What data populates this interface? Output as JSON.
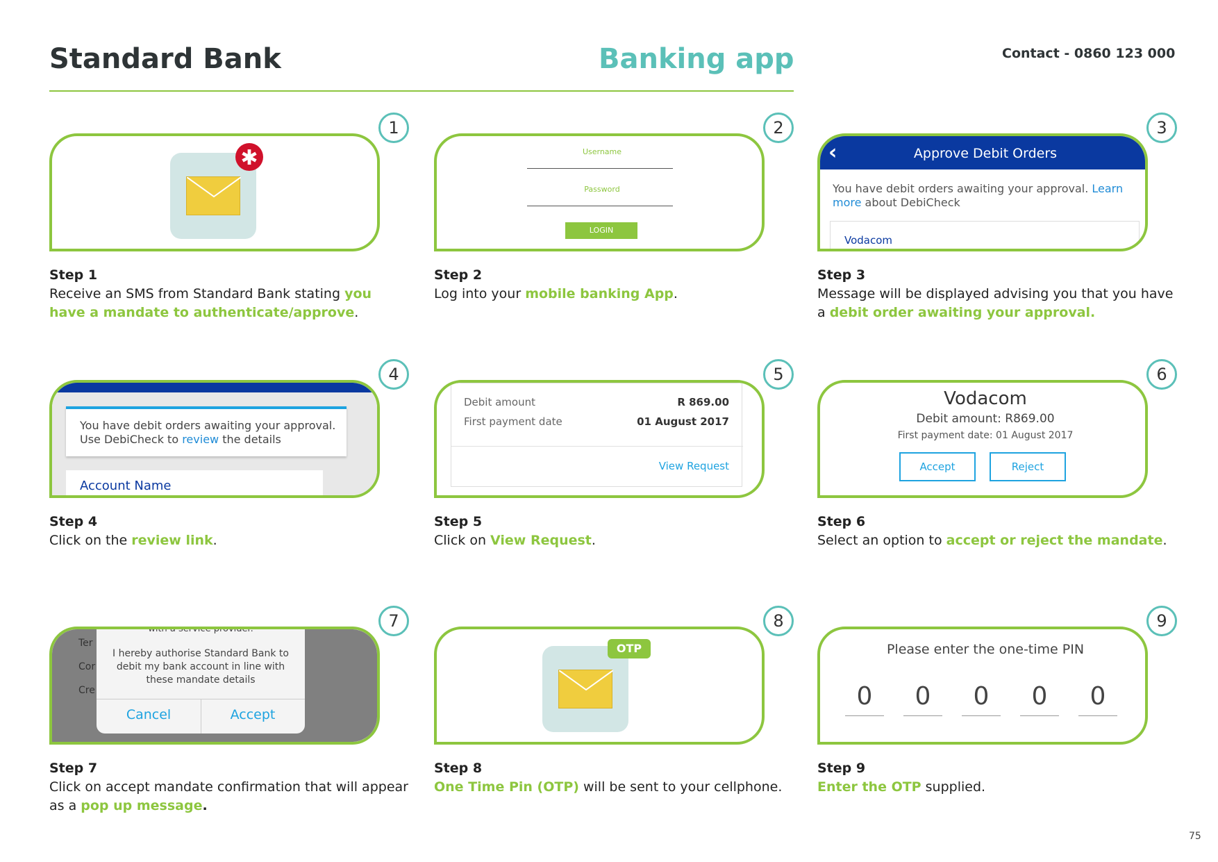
{
  "header": {
    "title": "Standard Bank",
    "subtitle": "Banking app",
    "contact": "Contact - 0860 123 000"
  },
  "page_number": "75",
  "steps": [
    {
      "badge": "1",
      "title": "Step 1",
      "text_before": "Receive an SMS from Standard Bank stating ",
      "highlight": "you have a mandate to authenticate/approve",
      "text_after": "."
    },
    {
      "badge": "2",
      "title": "Step 2",
      "text_before": "Log into your ",
      "highlight": "mobile banking App",
      "text_after": ".",
      "screen": {
        "username_label": "Username",
        "password_label": "Password",
        "login_button": "LOGIN"
      }
    },
    {
      "badge": "3",
      "title": "Step 3",
      "text_before": "Message will be displayed advising you that you have a ",
      "highlight": "debit order awaiting your approval.",
      "text_after": "",
      "screen": {
        "back": "‹",
        "title": "Approve Debit Orders",
        "message_before": "You have debit orders awaiting your approval. ",
        "message_link": "Learn more",
        "message_after": " about DebiCheck",
        "card_name": "Vodacom"
      }
    },
    {
      "badge": "4",
      "title": "Step 4",
      "text_before": "Click on the ",
      "highlight": "review link",
      "text_after": ".",
      "screen": {
        "line1": "You have debit orders awaiting your approval.",
        "line2_before": "Use DebiCheck to ",
        "line2_link": "review",
        "line2_after": " the details",
        "card2": "Account Name"
      }
    },
    {
      "badge": "5",
      "title": "Step 5",
      "text_before": "Click on ",
      "highlight": "View Request",
      "text_after": ".",
      "screen": {
        "debit_label": "Debit amount",
        "debit_value": "R 869.00",
        "date_label": "First payment date",
        "date_value": "01 August 2017",
        "link": "View Request"
      }
    },
    {
      "badge": "6",
      "title": "Step 6",
      "text_before": "Select an option to ",
      "highlight": "accept or reject the mandate",
      "text_after": ".",
      "screen": {
        "name": "Vodacom",
        "amount": "Debit amount: R869.00",
        "date": "First payment date: 01 August 2017",
        "accept": "Accept",
        "reject": "Reject"
      }
    },
    {
      "badge": "7",
      "title": "Step 7",
      "text_before": "Click on accept mandate confirmation that will appear as a ",
      "highlight": "pop up message",
      "text_after": ".",
      "screen": {
        "top": "with a service provider.",
        "message": "I hereby authorise Standard Bank to debit my bank account in line with these mandate details",
        "cancel": "Cancel",
        "accept": "Accept",
        "side1": "Ter",
        "side2": "Cor",
        "side3": "Cre"
      }
    },
    {
      "badge": "8",
      "title": "Step 8",
      "text_before": "",
      "highlight": "One Time Pin (OTP)",
      "text_after": " will be sent to your cellphone.",
      "screen": {
        "tag": "OTP"
      }
    },
    {
      "badge": "9",
      "title": "Step 9",
      "text_before": "",
      "highlight": "Enter the OTP",
      "text_after": " supplied.",
      "screen": {
        "prompt": "Please enter the one-time PIN",
        "digits": [
          "0",
          "0",
          "0",
          "0",
          "0"
        ]
      }
    }
  ],
  "colors": {
    "accent_green": "#8dc63f",
    "teal": "#5bc0b8",
    "bank_blue": "#0a39a0",
    "link_blue": "#1ea3e0",
    "alert_red": "#d0112b"
  },
  "icons": [
    "envelope-icon",
    "notification-asterisk-icon",
    "back-chevron-icon"
  ]
}
